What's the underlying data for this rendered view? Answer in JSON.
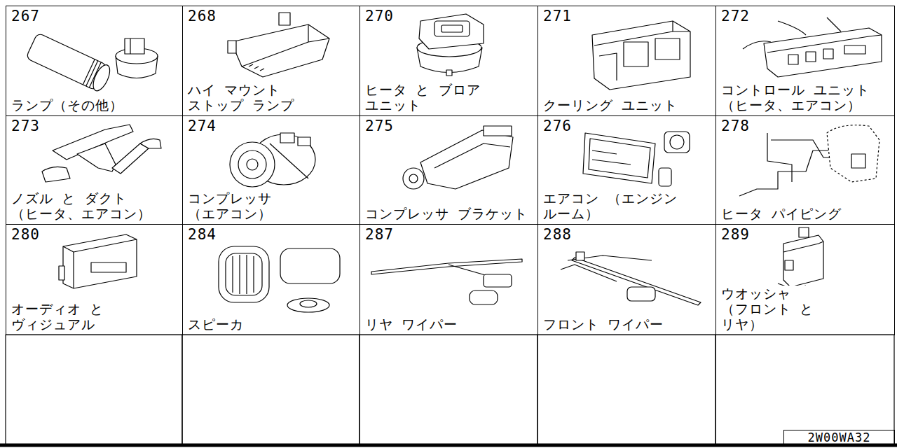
{
  "diagram": {
    "nodes": [
      {
        "text": [
          "267",
          "ランプ（その他）"
        ]
      },
      {
        "text": [
          "268",
          "ハイ マウント ストップ ランプ"
        ]
      },
      {
        "text": [
          "270",
          "ヒータ と ブロア ユニット"
        ]
      },
      {
        "text": [
          "271",
          "クーリング ユニット"
        ]
      },
      {
        "text": [
          "272",
          "コントロール ユニット （ヒータ、エアコン）"
        ]
      },
      {
        "text": [
          "273",
          "ノズル と ダクト （ヒータ、エアコン）"
        ]
      },
      {
        "text": [
          "274",
          "コンプレッサ （エアコン）"
        ]
      },
      {
        "text": [
          "275",
          "コンプレッサ ブラケット"
        ]
      },
      {
        "text": [
          "276",
          "エアコン （エンジン ルーム）"
        ]
      },
      {
        "text": [
          "278",
          "ヒータ パイピング"
        ]
      },
      {
        "text": [
          "280",
          "オーディオ と ヴィジュアル"
        ]
      },
      {
        "text": [
          "284",
          "スピーカ"
        ]
      },
      {
        "text": [
          "287",
          "リヤ ワイパー"
        ]
      },
      {
        "text": [
          "288",
          "フロント ワイパー"
        ]
      },
      {
        "text": [
          "289",
          "ウオッシャ （フロント と リヤ）"
        ]
      },
      {
        "text": [
          "2W00WA32"
        ]
      }
    ]
  }
}
